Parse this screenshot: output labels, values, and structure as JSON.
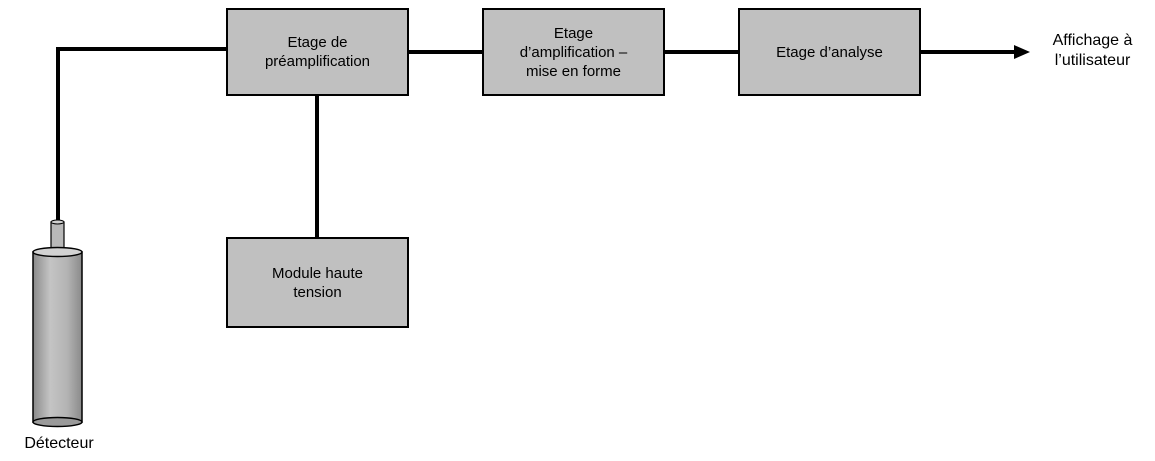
{
  "diagram": {
    "blocks": {
      "preamplification": "Etage de\npréamplification",
      "amplification": "Etage\nd’amplification –\nmise en forme",
      "analyse": "Etage d’analyse",
      "haute_tension": "Module haute\ntension"
    },
    "output_label": "Affichage à\nl’utilisateur",
    "detector_label": "Détecteur"
  }
}
